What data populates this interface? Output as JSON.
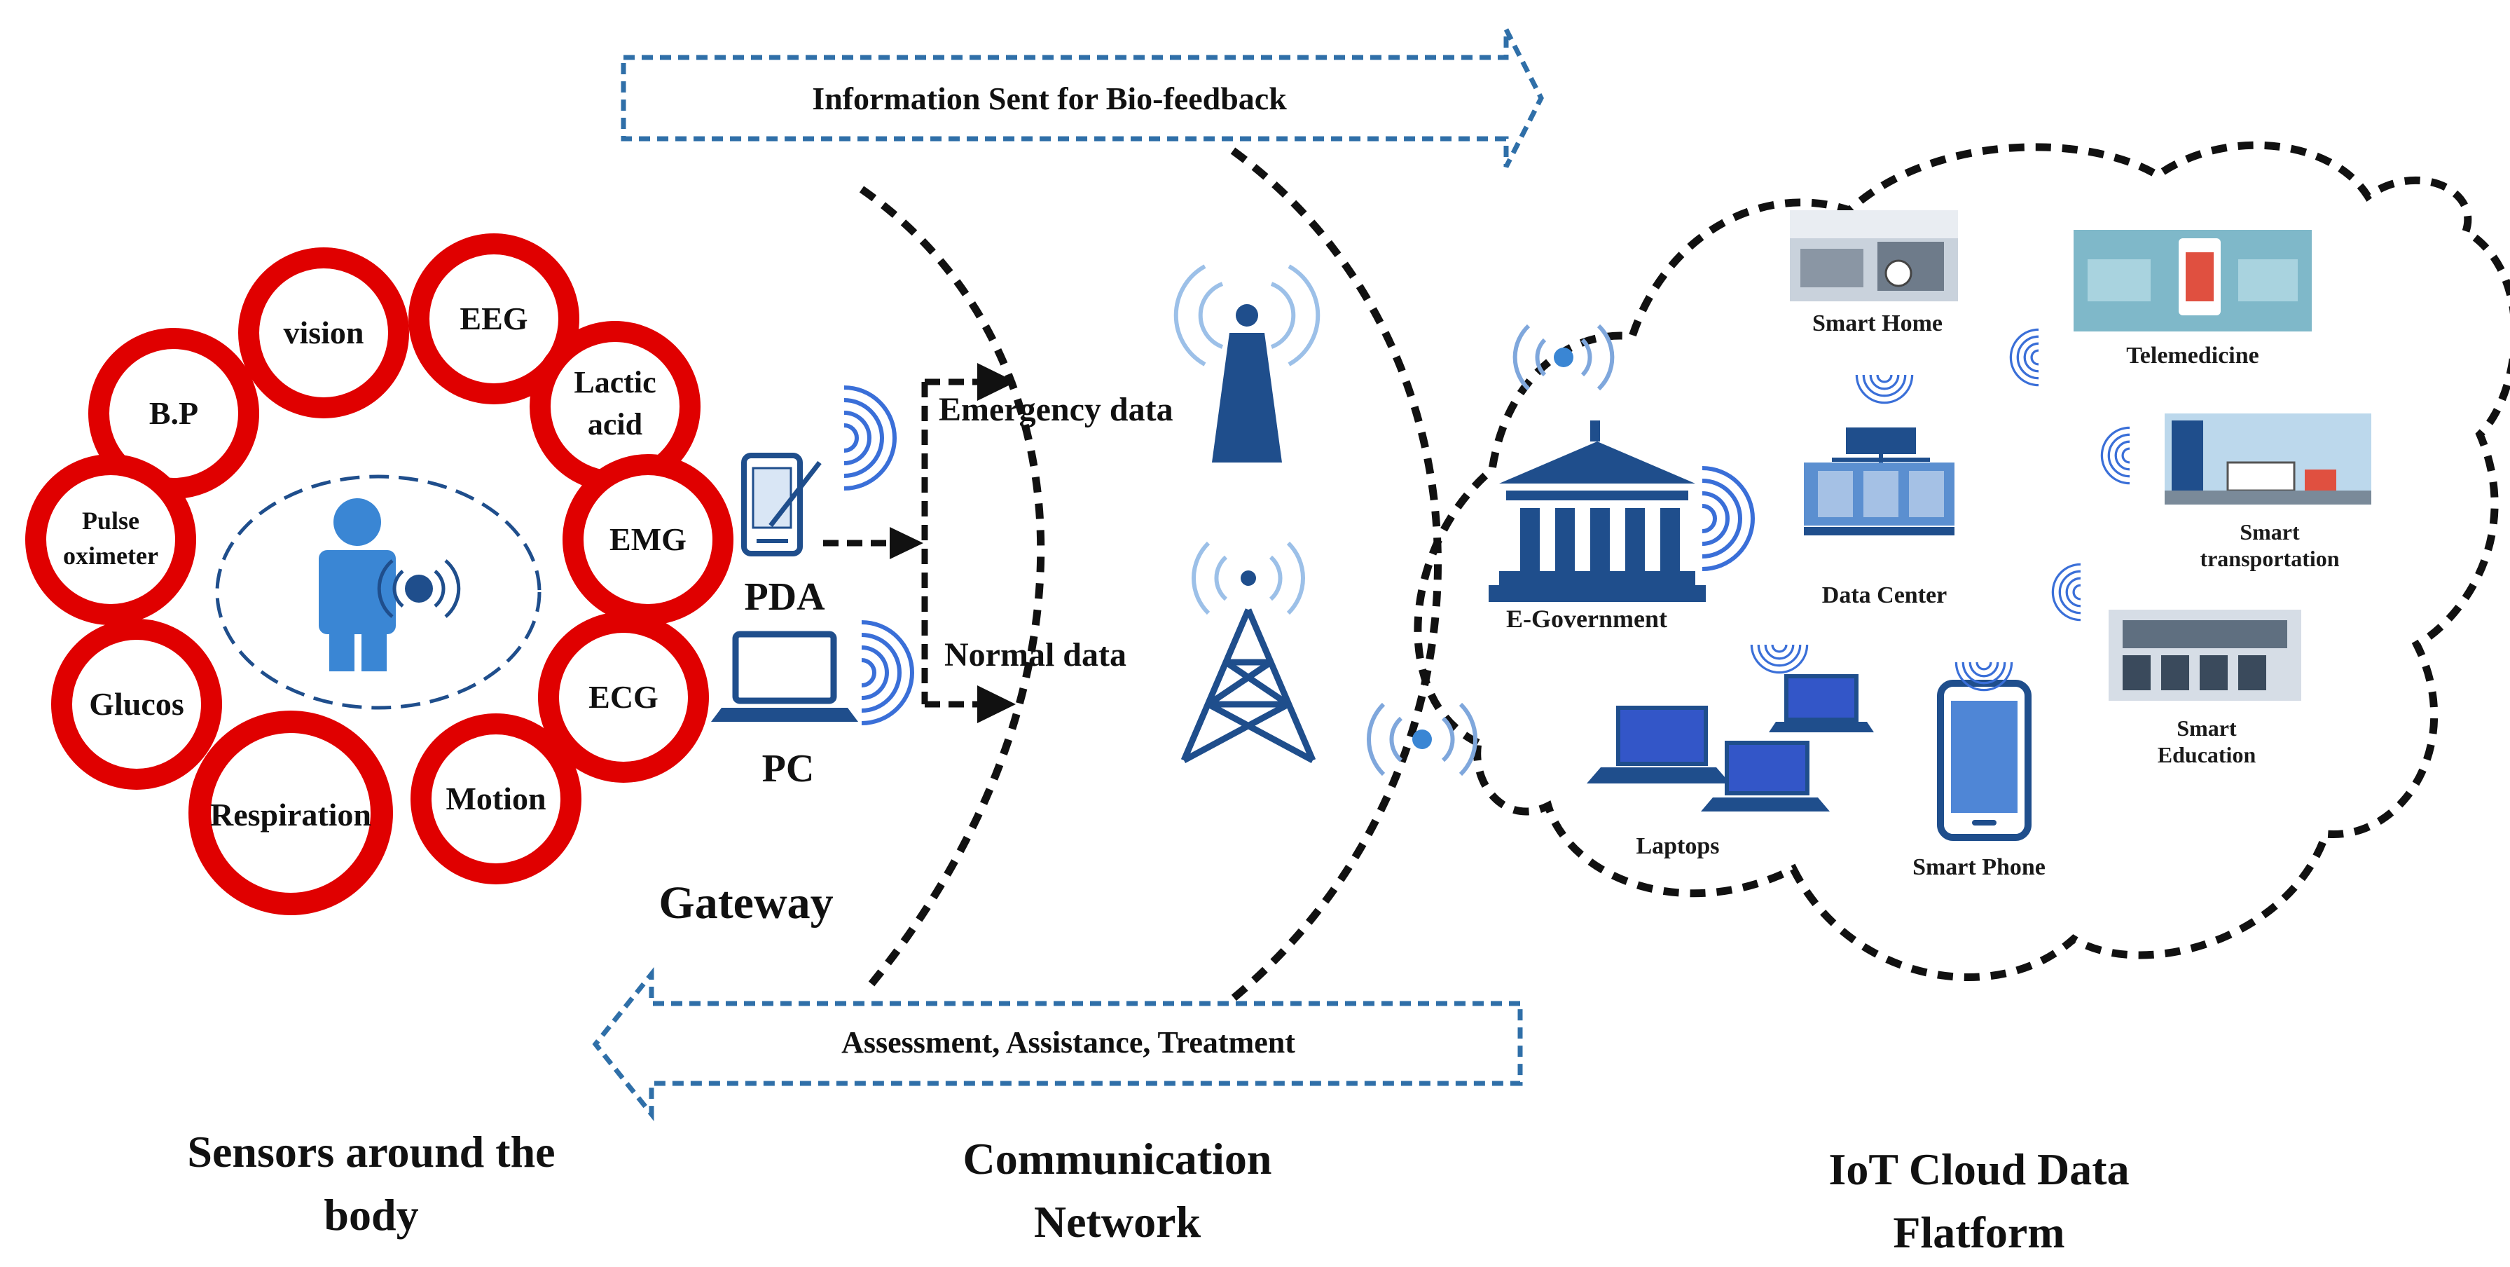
{
  "colors": {
    "ring": "#e00000",
    "blue": "#1f4e8c",
    "signal": "#3a6fd8",
    "dash": "#111111",
    "arrow_dash": "#2f6fa8"
  },
  "top_arrow": {
    "label": "Information Sent for Bio-feedback"
  },
  "bottom_arrow": {
    "label": "Assessment, Assistance, Treatment"
  },
  "sensors": [
    {
      "lines": [
        "vision"
      ]
    },
    {
      "lines": [
        "EEG"
      ]
    },
    {
      "lines": [
        "Lactic",
        "acid"
      ]
    },
    {
      "lines": [
        "B.P"
      ]
    },
    {
      "lines": [
        "Pulse",
        "oximeter"
      ]
    },
    {
      "lines": [
        "EMG"
      ]
    },
    {
      "lines": [
        "ECG"
      ]
    },
    {
      "lines": [
        "Glucos"
      ]
    },
    {
      "lines": [
        "Respiration"
      ]
    },
    {
      "lines": [
        "Motion"
      ]
    }
  ],
  "gateway": {
    "pda": "PDA",
    "pc": "PC",
    "label": "Gateway"
  },
  "network": {
    "emergency": "Emergency data",
    "normal": "Normal data"
  },
  "cloud": {
    "e_government": "E-Government",
    "smart_home": "Smart Home",
    "telemedicine": "Telemedicine",
    "data_center": "Data Center",
    "smart_transportation": [
      "Smart",
      "transportation"
    ],
    "smart_education": [
      "Smart",
      "Education"
    ],
    "laptops": "Laptops",
    "smart_phone": "Smart Phone"
  },
  "sections": {
    "sensors": [
      "Sensors around the",
      "body"
    ],
    "communication": [
      "Communication",
      "Network"
    ],
    "cloud": [
      "IoT Cloud Data",
      "Flatform"
    ]
  }
}
